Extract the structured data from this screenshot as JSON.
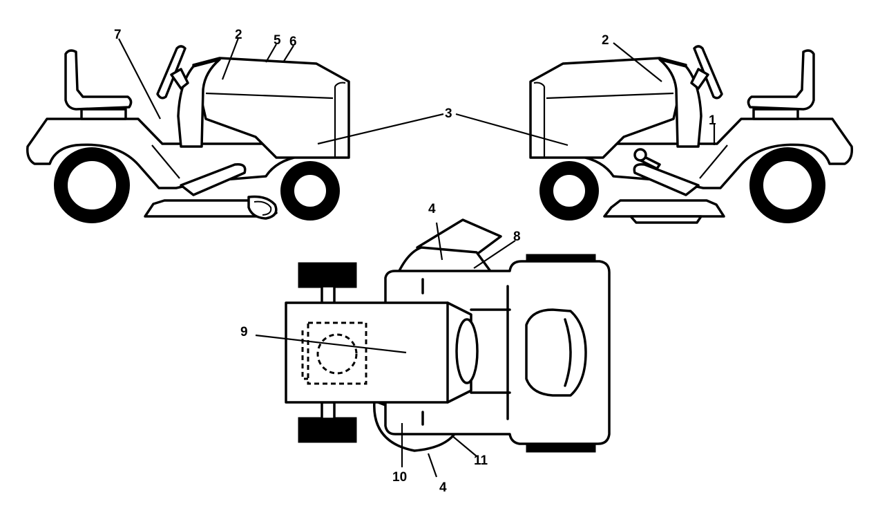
{
  "callouts": {
    "c1": "1",
    "c2a": "2",
    "c2b": "2",
    "c3": "3",
    "c4a": "4",
    "c4b": "4",
    "c5": "5",
    "c6": "6",
    "c7": "7",
    "c8": "8",
    "c9": "9",
    "c10": "10",
    "c11": "11"
  },
  "colors": {
    "line": "#000000",
    "background": "#ffffff"
  }
}
